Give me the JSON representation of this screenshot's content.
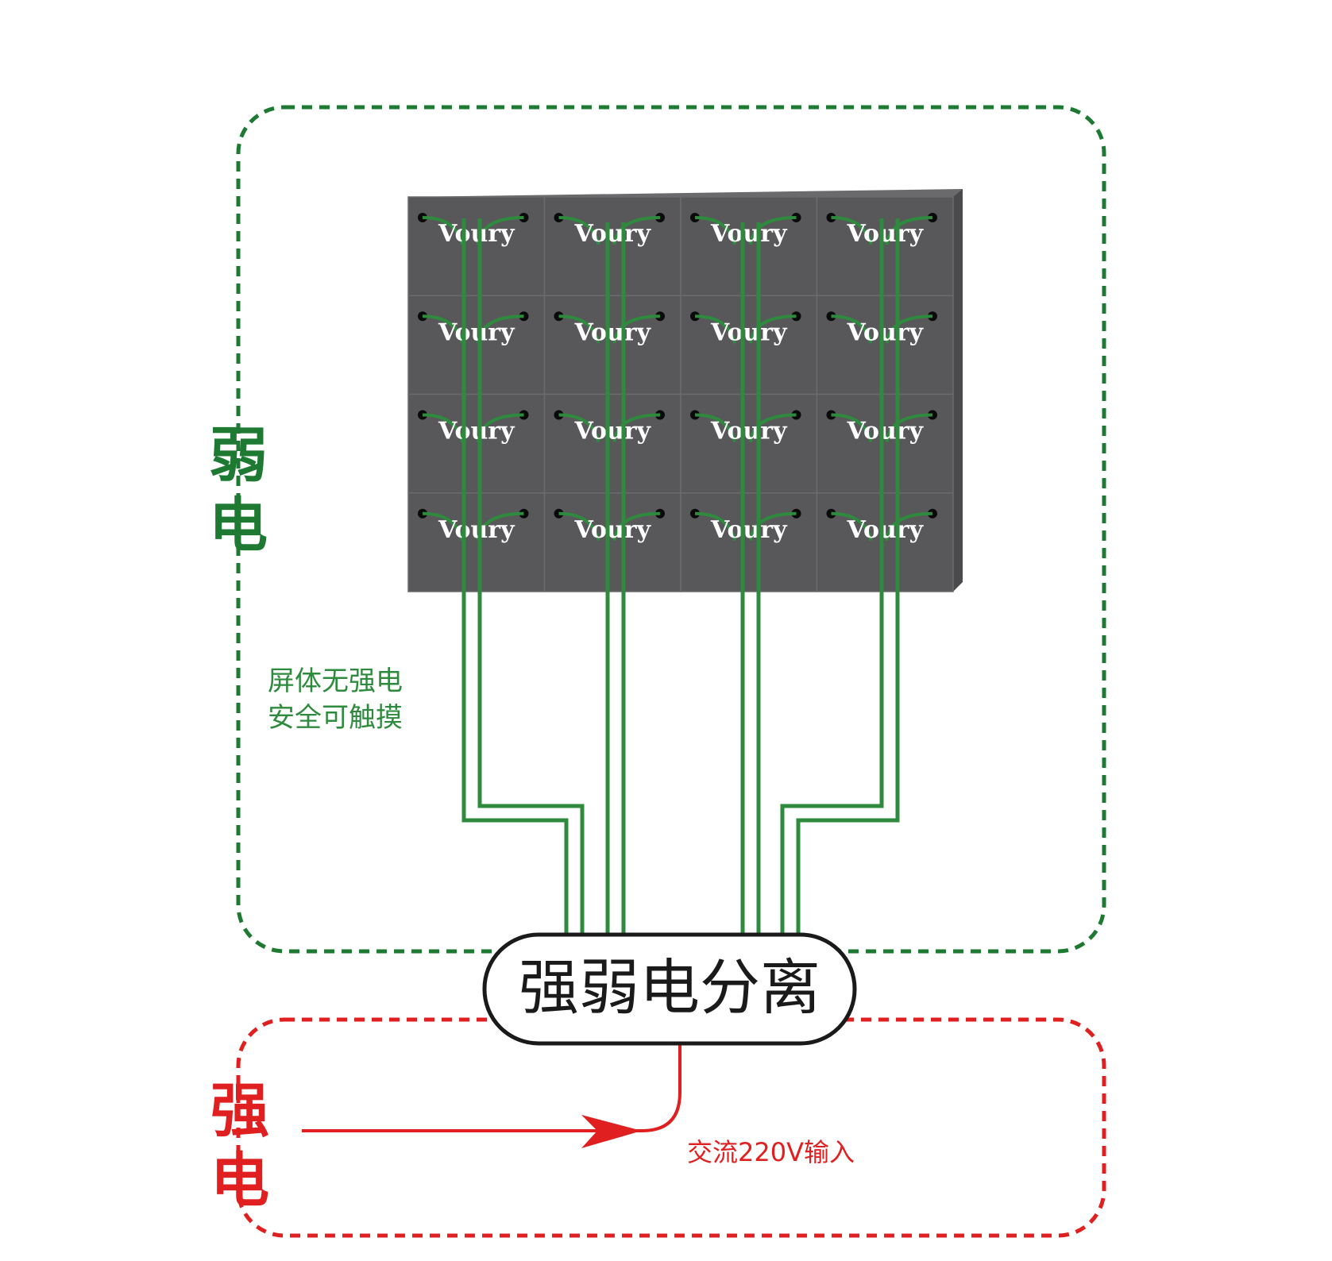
{
  "weak_zone": {
    "label_lines": [
      "弱",
      "电"
    ],
    "note_lines": [
      "屏体无强电",
      "安全可触摸"
    ],
    "color": "#1e7a32"
  },
  "strong_zone": {
    "label_lines": [
      "强",
      "电"
    ],
    "input_note": "交流220V输入",
    "color": "#e02020"
  },
  "separator": {
    "label": "强弱电分离"
  },
  "screen": {
    "brand": "Voury",
    "rows": 4,
    "cols": 4,
    "panel_color": "#58575a",
    "cable_color": "#2e8b3e"
  }
}
